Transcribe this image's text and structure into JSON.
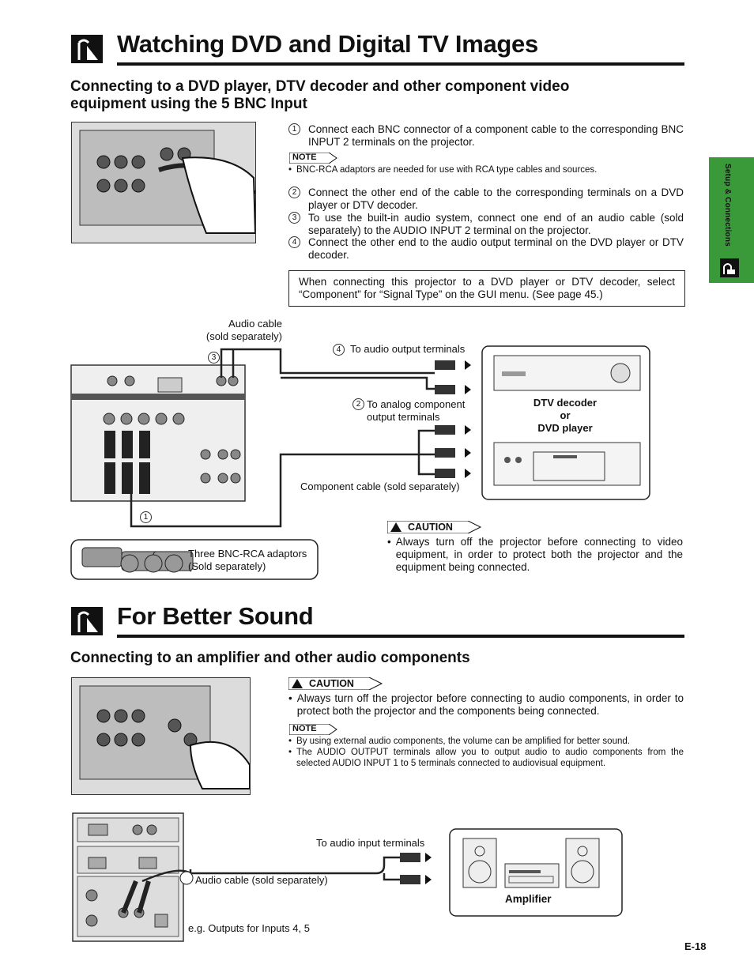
{
  "section1": {
    "title": "Watching DVD and Digital TV Images",
    "subtitle": "Connecting to a DVD player, DTV decoder and other component video equipment using the 5 BNC Input",
    "steps": [
      {
        "num": "1",
        "text": "Connect each BNC connector of a component cable to the corresponding BNC INPUT 2 terminals on the projector."
      },
      {
        "num": "2",
        "text": "Connect the other end of the cable to the corresponding terminals on a DVD player or DTV decoder."
      },
      {
        "num": "3",
        "text": "To use the built-in audio system, connect one end of an audio cable (sold separately) to the AUDIO INPUT 2 terminal on the projector."
      },
      {
        "num": "4",
        "text": "Connect the other end to the audio output terminal on the DVD player or DTV decoder."
      }
    ],
    "note_label": "NOTE",
    "note_text": "BNC-RCA adaptors are needed for use with RCA type cables and sources.",
    "info_box": "When connecting this projector to a DVD player or DTV decoder, select “Component” for “Signal Type” on the GUI menu. (See page 45.)",
    "diagram": {
      "audio_cable": "Audio cable\n(sold separately)",
      "label_3": "3",
      "label_4": "4",
      "to_audio_out": "To audio output terminals",
      "label_2": "2",
      "to_analog": "To analog component\noutput terminals",
      "device_label": "DTV decoder\nor\nDVD player",
      "component_cable": "Component cable (sold separately)",
      "label_1": "1",
      "adaptors": "Three BNC-RCA adaptors\n(Sold separately)"
    },
    "caution_label": "CAUTION",
    "caution_text": "Always turn off the projector before connecting to video equipment, in order to protect both the projector and the equipment being connected."
  },
  "section2": {
    "title": "For Better Sound",
    "subtitle": "Connecting to an amplifier and other audio components",
    "caution_label": "CAUTION",
    "caution_text": "Always turn off the projector before connecting to audio components, in order to protect both the projector and the components being connected.",
    "note_label": "NOTE",
    "notes": [
      "By using external audio components, the volume can be amplified for better sound.",
      "The AUDIO OUTPUT terminals allow you to output audio to audio components from the selected AUDIO INPUT 1 to 5 terminals connected to audiovisual equipment."
    ],
    "diagram": {
      "to_audio_in": "To audio input terminals",
      "audio_cable": "Audio cable (sold separately)",
      "amplifier": "Amplifier",
      "example": "e.g. Outputs for Inputs 4, 5"
    }
  },
  "side_tab": "Setup & Connections",
  "page_number": "E-18",
  "colors": {
    "tab_green": "#3a9a3a",
    "text": "#111111"
  }
}
